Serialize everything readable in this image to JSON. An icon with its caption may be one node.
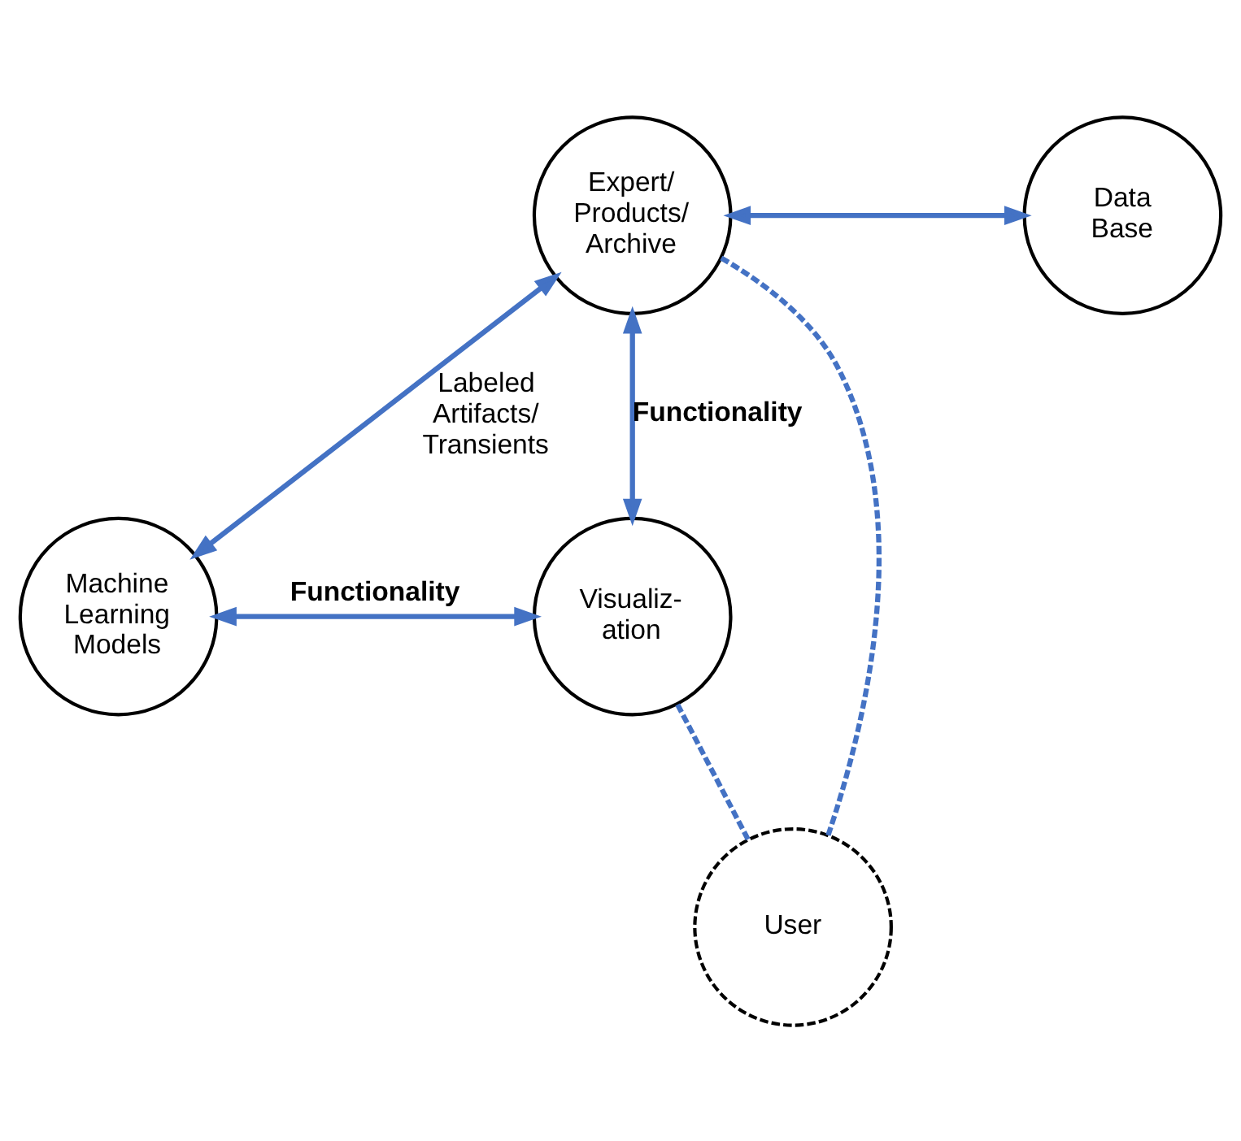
{
  "diagram": {
    "nodes": [
      {
        "text": [
          "Expert/ Products/ Archive"
        ]
      },
      {
        "text": [
          "Data Base"
        ]
      },
      {
        "text": [
          "Machine Learning Models"
        ]
      },
      {
        "text": [
          "Visualiz- ation"
        ]
      },
      {
        "text": [
          "User"
        ]
      }
    ],
    "edges": [
      {
        "from": 0,
        "to": 1,
        "arrow": "both"
      },
      {
        "from": 0,
        "to": 2,
        "arrow": "both",
        "label": "Labeled Artifacts/ Transients"
      },
      {
        "from": 0,
        "to": 3,
        "arrow": "both",
        "label": "Functionality"
      },
      {
        "from": 2,
        "to": 3,
        "arrow": "both",
        "label": "Functionality"
      },
      {
        "from": 0,
        "to": 4,
        "arrow": "none",
        "style": "dashed"
      },
      {
        "from": 3,
        "to": 4,
        "arrow": "none",
        "style": "dashed"
      }
    ]
  }
}
